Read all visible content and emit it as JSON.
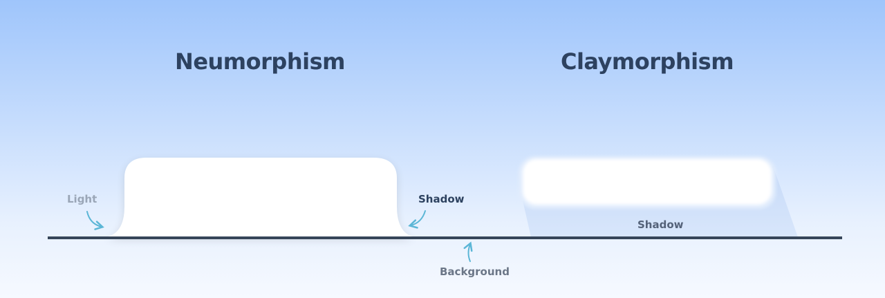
{
  "titles": {
    "neumorphism": "Neumorphism",
    "claymorphism": "Claymorphism"
  },
  "labels": {
    "light": "Light",
    "shadow_neumorphism": "Shadow",
    "background": "Background",
    "shadow_claymorphism": "Shadow"
  },
  "colors": {
    "title": "#2d4260",
    "baseline": "#364559",
    "arrow": "#5bb6d6",
    "surface": "#ffffff"
  }
}
